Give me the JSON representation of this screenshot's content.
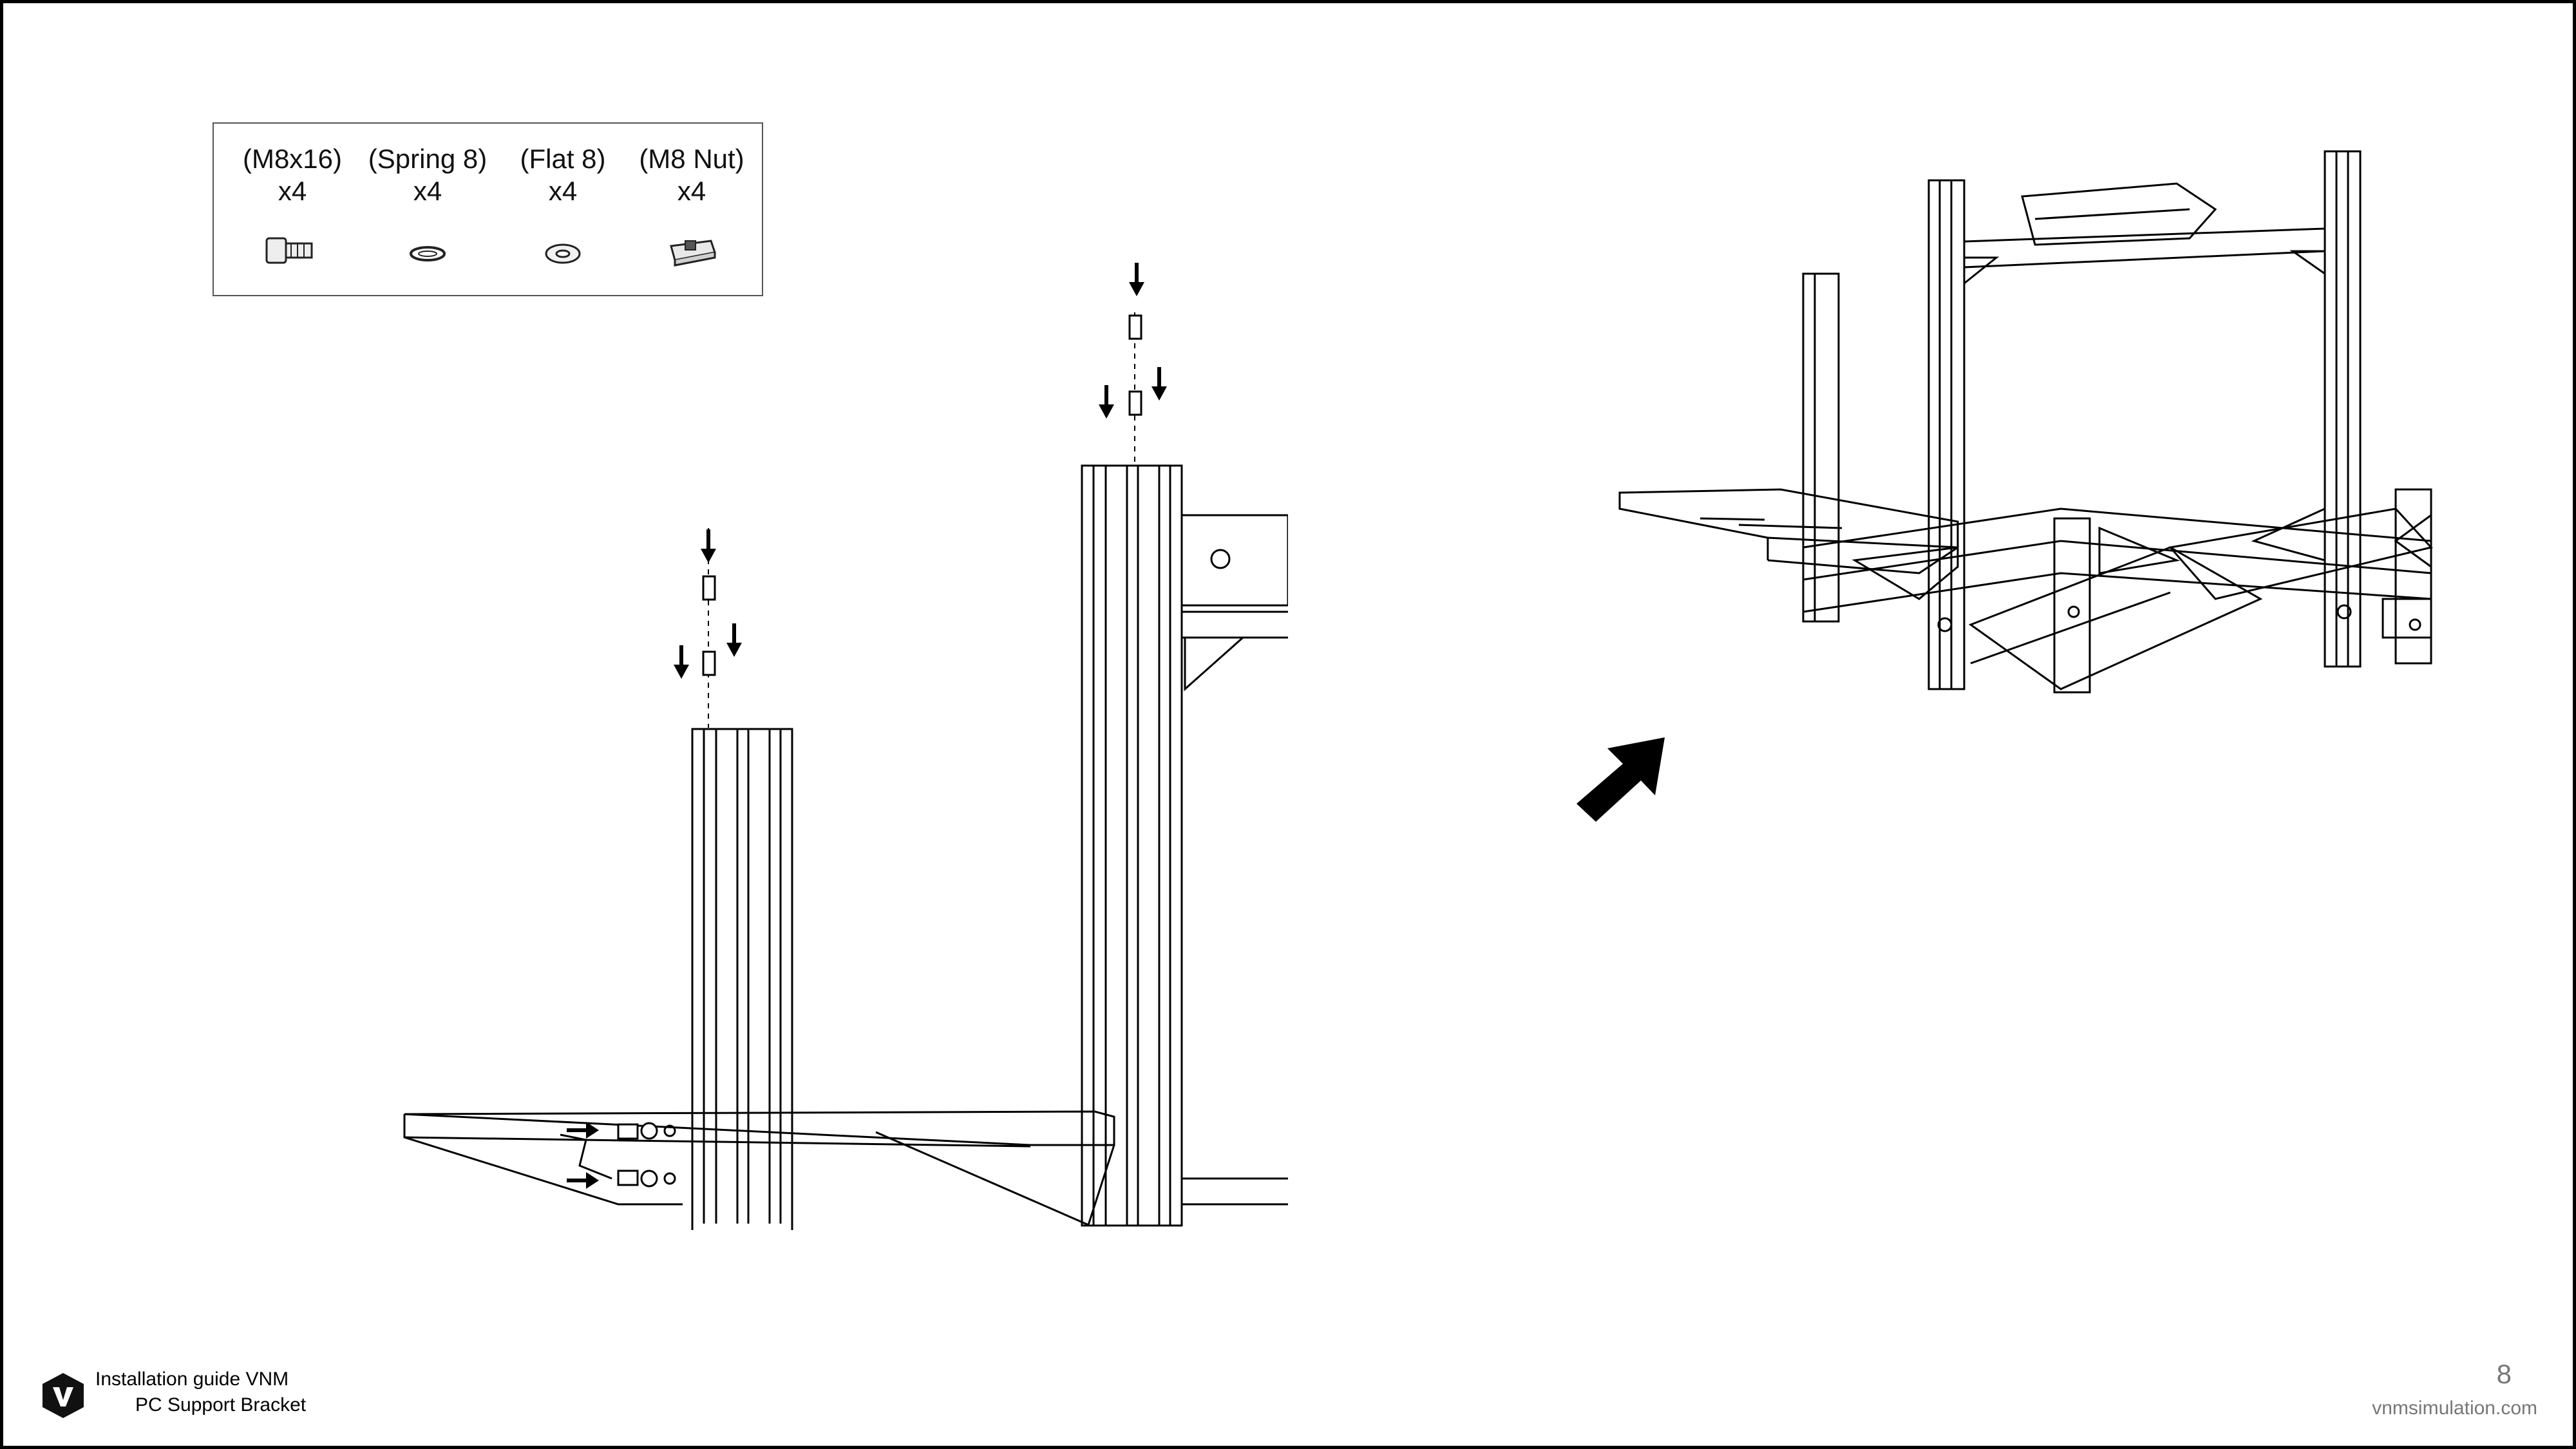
{
  "parts": [
    {
      "label": "(M8x16)",
      "qty": "x4",
      "icon": "bolt-icon"
    },
    {
      "label": "(Spring 8)",
      "qty": "x4",
      "icon": "spring-washer-icon"
    },
    {
      "label": "(Flat 8)",
      "qty": "x4",
      "icon": "flat-washer-icon"
    },
    {
      "label": "(M8 Nut)",
      "qty": "x4",
      "icon": "t-nut-icon"
    }
  ],
  "footer": {
    "line1": "Installation guide VNM",
    "line2": "PC Support Bracket",
    "logo": "vnm-logo-icon",
    "page_number": "8",
    "url": "vnmsimulation.com"
  },
  "colors": {
    "line": "#000000",
    "border": "#555555",
    "muted": "#777777"
  }
}
